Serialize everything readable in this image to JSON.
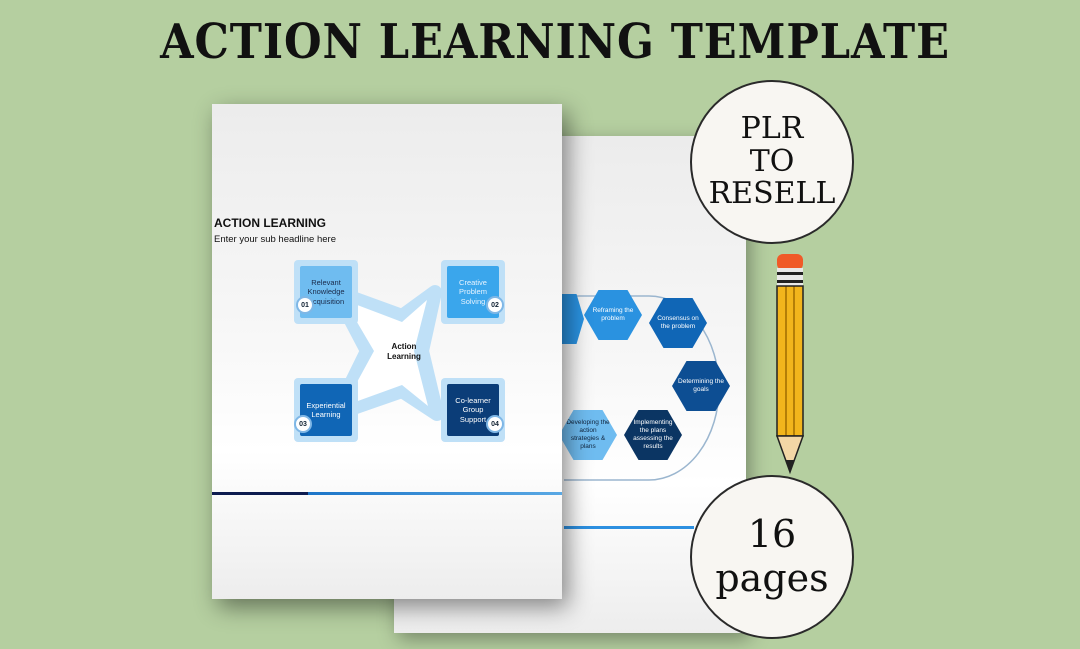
{
  "title": "ACTION LEARNING TEMPLATE",
  "front_page": {
    "heading": "ACTION LEARNING",
    "subheading": "Enter your sub headline here",
    "center": [
      "Action",
      "Learning"
    ],
    "boxes": [
      {
        "label": "Relevant Knowledge Acquisition",
        "num": "01"
      },
      {
        "label": "Creative Problem Solving",
        "num": "02"
      },
      {
        "label": "Experiential Learning",
        "num": "03"
      },
      {
        "label": "Co-learner Group Support",
        "num": "04"
      }
    ]
  },
  "back_page": {
    "hexagons": [
      {
        "label": "Reframing the problem"
      },
      {
        "label": "Consensus on the problem"
      },
      {
        "label": "Determining the goals"
      },
      {
        "label": "Implementing the plans assessing the results"
      },
      {
        "label": "Developing the action strategies & plans"
      }
    ]
  },
  "badge_plr": [
    "PLR",
    "TO",
    "RESELL"
  ],
  "badge_pages": [
    "16",
    "pages"
  ],
  "colors": {
    "background": "#b5cfa0",
    "light_blue": "#5fb2ec",
    "dark_blue": "#0d3d78",
    "pencil_body": "#f2b51c"
  }
}
